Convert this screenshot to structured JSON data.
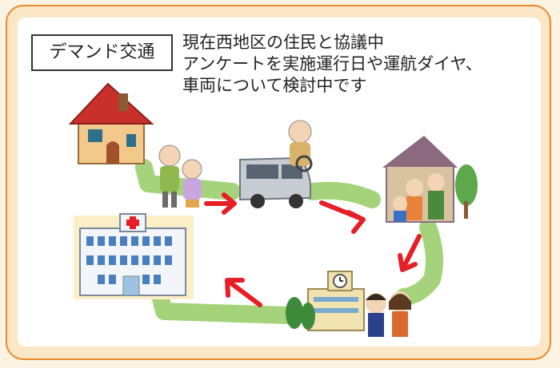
{
  "label": {
    "text": "デマンド交通"
  },
  "description": {
    "lines": [
      "現在西地区の住民と協議中",
      "アンケートを実施運行日や運航ダイヤ、",
      "車両について検討中です"
    ]
  },
  "illustration": {
    "icons": [
      "house-icon",
      "elderly-couple-icon",
      "van-icon",
      "driver-icon",
      "family-home-icon",
      "school-icon",
      "students-icon",
      "hospital-icon"
    ]
  },
  "colors": {
    "border": "#e88a2a",
    "frame": "#fbe6c6",
    "path": "#a5d37c",
    "arrow": "#e61e26"
  }
}
